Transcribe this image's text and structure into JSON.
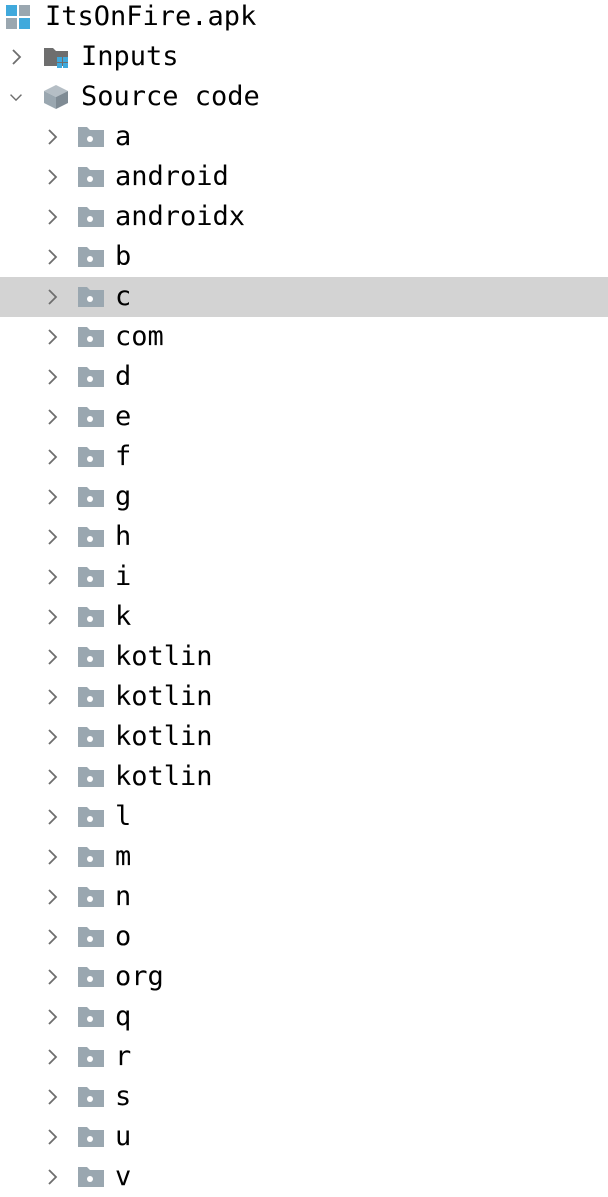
{
  "tree": {
    "root": {
      "label": "ItsOnFire.apk",
      "icon": "apk-icon"
    },
    "inputs": {
      "label": "Inputs",
      "icon": "inputs-folder-icon",
      "expanded": false
    },
    "source_code": {
      "label": "Source code",
      "icon": "package-icon",
      "expanded": true
    },
    "packages": [
      {
        "label": "a",
        "selected": false
      },
      {
        "label": "android",
        "selected": false
      },
      {
        "label": "androidx",
        "selected": false
      },
      {
        "label": "b",
        "selected": false
      },
      {
        "label": "c",
        "selected": true
      },
      {
        "label": "com",
        "selected": false
      },
      {
        "label": "d",
        "selected": false
      },
      {
        "label": "e",
        "selected": false
      },
      {
        "label": "f",
        "selected": false
      },
      {
        "label": "g",
        "selected": false
      },
      {
        "label": "h",
        "selected": false
      },
      {
        "label": "i",
        "selected": false
      },
      {
        "label": "k",
        "selected": false
      },
      {
        "label": "kotlin",
        "selected": false
      },
      {
        "label": "kotlin",
        "selected": false
      },
      {
        "label": "kotlin",
        "selected": false
      },
      {
        "label": "kotlin",
        "selected": false
      },
      {
        "label": "l",
        "selected": false
      },
      {
        "label": "m",
        "selected": false
      },
      {
        "label": "n",
        "selected": false
      },
      {
        "label": "o",
        "selected": false
      },
      {
        "label": "org",
        "selected": false
      },
      {
        "label": "q",
        "selected": false
      },
      {
        "label": "r",
        "selected": false
      },
      {
        "label": "s",
        "selected": false
      },
      {
        "label": "u",
        "selected": false
      },
      {
        "label": "v",
        "selected": false
      }
    ]
  },
  "colors": {
    "selection": "#d3d3d3",
    "folder": "#9aa7b0",
    "apk_blue": "#40a9dc",
    "arrow": "#6e6e6e"
  }
}
